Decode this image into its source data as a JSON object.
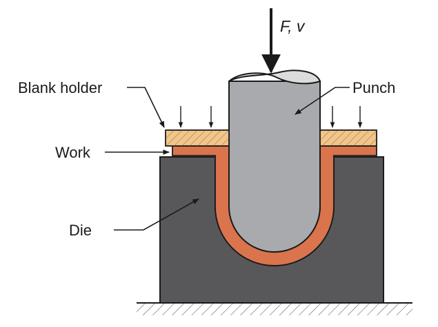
{
  "labels": {
    "force": "F, v",
    "blank_holder": "Blank holder",
    "punch": "Punch",
    "work": "Work",
    "die": "Die"
  },
  "colors": {
    "die": "#58585a",
    "punch": "#a9aaad",
    "punch_top": "#dcdcdd",
    "work": "#d9744d",
    "blank_holder": "#f2c58a",
    "outline": "#1a1a1a"
  }
}
